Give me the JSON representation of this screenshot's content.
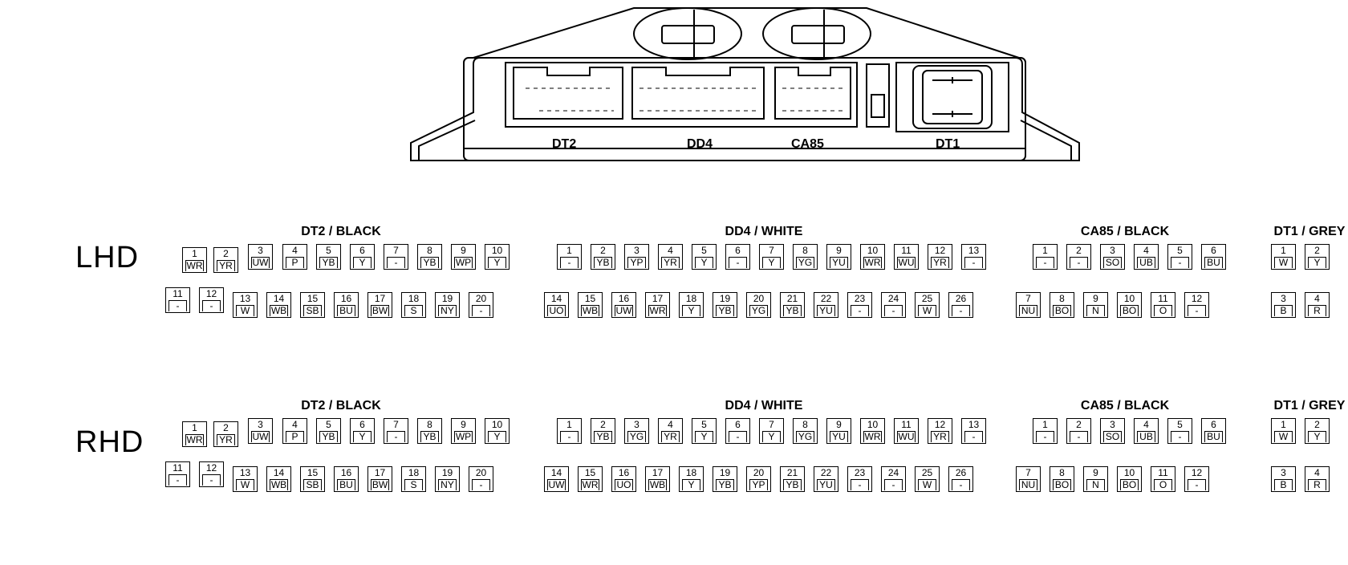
{
  "module": {
    "labels": [
      "DT2",
      "DD4",
      "CA85",
      "DT1"
    ]
  },
  "sections": [
    {
      "name": "LHD",
      "connectors": [
        {
          "title": "DT2 / BLACK",
          "pins": [
            {
              "n": "1",
              "w": "WR"
            },
            {
              "n": "2",
              "w": "YR"
            },
            {
              "n": "3",
              "w": "UW"
            },
            {
              "n": "4",
              "w": "P"
            },
            {
              "n": "5",
              "w": "YB"
            },
            {
              "n": "6",
              "w": "Y"
            },
            {
              "n": "7",
              "w": "-"
            },
            {
              "n": "8",
              "w": "YB"
            },
            {
              "n": "9",
              "w": "WP"
            },
            {
              "n": "10",
              "w": "Y"
            },
            {
              "n": "11",
              "w": "-"
            },
            {
              "n": "12",
              "w": "-"
            },
            {
              "n": "13",
              "w": "W"
            },
            {
              "n": "14",
              "w": "WB"
            },
            {
              "n": "15",
              "w": "SB"
            },
            {
              "n": "16",
              "w": "BU"
            },
            {
              "n": "17",
              "w": "BW"
            },
            {
              "n": "18",
              "w": "S"
            },
            {
              "n": "19",
              "w": "NY"
            },
            {
              "n": "20",
              "w": "-"
            }
          ]
        },
        {
          "title": "DD4 / WHITE",
          "pins": [
            {
              "n": "1",
              "w": "-"
            },
            {
              "n": "2",
              "w": "YB"
            },
            {
              "n": "3",
              "w": "YP"
            },
            {
              "n": "4",
              "w": "YR"
            },
            {
              "n": "5",
              "w": "Y"
            },
            {
              "n": "6",
              "w": "-"
            },
            {
              "n": "7",
              "w": "Y"
            },
            {
              "n": "8",
              "w": "YG"
            },
            {
              "n": "9",
              "w": "YU"
            },
            {
              "n": "10",
              "w": "WR"
            },
            {
              "n": "11",
              "w": "WU"
            },
            {
              "n": "12",
              "w": "YR"
            },
            {
              "n": "13",
              "w": "-"
            },
            {
              "n": "14",
              "w": "UO"
            },
            {
              "n": "15",
              "w": "WB"
            },
            {
              "n": "16",
              "w": "UW"
            },
            {
              "n": "17",
              "w": "WR"
            },
            {
              "n": "18",
              "w": "Y"
            },
            {
              "n": "19",
              "w": "YB"
            },
            {
              "n": "20",
              "w": "YG"
            },
            {
              "n": "21",
              "w": "YB"
            },
            {
              "n": "22",
              "w": "YU"
            },
            {
              "n": "23",
              "w": "-"
            },
            {
              "n": "24",
              "w": "-"
            },
            {
              "n": "25",
              "w": "W"
            },
            {
              "n": "26",
              "w": "-"
            }
          ]
        },
        {
          "title": "CA85 / BLACK",
          "pins": [
            {
              "n": "1",
              "w": "-"
            },
            {
              "n": "2",
              "w": "-"
            },
            {
              "n": "3",
              "w": "SO"
            },
            {
              "n": "4",
              "w": "UB"
            },
            {
              "n": "5",
              "w": "-"
            },
            {
              "n": "6",
              "w": "BU"
            },
            {
              "n": "7",
              "w": "NU"
            },
            {
              "n": "8",
              "w": "BO"
            },
            {
              "n": "9",
              "w": "N"
            },
            {
              "n": "10",
              "w": "BO"
            },
            {
              "n": "11",
              "w": "O"
            },
            {
              "n": "12",
              "w": "-"
            }
          ]
        },
        {
          "title": "DT1 / GREY",
          "pins": [
            {
              "n": "1",
              "w": "W"
            },
            {
              "n": "2",
              "w": "Y"
            },
            {
              "n": "3",
              "w": "B"
            },
            {
              "n": "4",
              "w": "R"
            }
          ]
        }
      ]
    },
    {
      "name": "RHD",
      "connectors": [
        {
          "title": "DT2 / BLACK",
          "pins": [
            {
              "n": "1",
              "w": "WR"
            },
            {
              "n": "2",
              "w": "YR"
            },
            {
              "n": "3",
              "w": "UW"
            },
            {
              "n": "4",
              "w": "P"
            },
            {
              "n": "5",
              "w": "YB"
            },
            {
              "n": "6",
              "w": "Y"
            },
            {
              "n": "7",
              "w": "-"
            },
            {
              "n": "8",
              "w": "YB"
            },
            {
              "n": "9",
              "w": "WP"
            },
            {
              "n": "10",
              "w": "Y"
            },
            {
              "n": "11",
              "w": "-"
            },
            {
              "n": "12",
              "w": "-"
            },
            {
              "n": "13",
              "w": "W"
            },
            {
              "n": "14",
              "w": "WB"
            },
            {
              "n": "15",
              "w": "SB"
            },
            {
              "n": "16",
              "w": "BU"
            },
            {
              "n": "17",
              "w": "BW"
            },
            {
              "n": "18",
              "w": "S"
            },
            {
              "n": "19",
              "w": "NY"
            },
            {
              "n": "20",
              "w": "-"
            }
          ]
        },
        {
          "title": "DD4 / WHITE",
          "pins": [
            {
              "n": "1",
              "w": "-"
            },
            {
              "n": "2",
              "w": "YB"
            },
            {
              "n": "3",
              "w": "YG"
            },
            {
              "n": "4",
              "w": "YR"
            },
            {
              "n": "5",
              "w": "Y"
            },
            {
              "n": "6",
              "w": "-"
            },
            {
              "n": "7",
              "w": "Y"
            },
            {
              "n": "8",
              "w": "YG"
            },
            {
              "n": "9",
              "w": "YU"
            },
            {
              "n": "10",
              "w": "WR"
            },
            {
              "n": "11",
              "w": "WU"
            },
            {
              "n": "12",
              "w": "YR"
            },
            {
              "n": "13",
              "w": "-"
            },
            {
              "n": "14",
              "w": "UW"
            },
            {
              "n": "15",
              "w": "WR"
            },
            {
              "n": "16",
              "w": "UO"
            },
            {
              "n": "17",
              "w": "WB"
            },
            {
              "n": "18",
              "w": "Y"
            },
            {
              "n": "19",
              "w": "YB"
            },
            {
              "n": "20",
              "w": "YP"
            },
            {
              "n": "21",
              "w": "YB"
            },
            {
              "n": "22",
              "w": "YU"
            },
            {
              "n": "23",
              "w": "-"
            },
            {
              "n": "24",
              "w": "-"
            },
            {
              "n": "25",
              "w": "W"
            },
            {
              "n": "26",
              "w": "-"
            }
          ]
        },
        {
          "title": "CA85 / BLACK",
          "pins": [
            {
              "n": "1",
              "w": "-"
            },
            {
              "n": "2",
              "w": "-"
            },
            {
              "n": "3",
              "w": "SO"
            },
            {
              "n": "4",
              "w": "UB"
            },
            {
              "n": "5",
              "w": "-"
            },
            {
              "n": "6",
              "w": "BU"
            },
            {
              "n": "7",
              "w": "NU"
            },
            {
              "n": "8",
              "w": "BO"
            },
            {
              "n": "9",
              "w": "N"
            },
            {
              "n": "10",
              "w": "BO"
            },
            {
              "n": "11",
              "w": "O"
            },
            {
              "n": "12",
              "w": "-"
            }
          ]
        },
        {
          "title": "DT1 / GREY",
          "pins": [
            {
              "n": "1",
              "w": "W"
            },
            {
              "n": "2",
              "w": "Y"
            },
            {
              "n": "3",
              "w": "B"
            },
            {
              "n": "4",
              "w": "R"
            }
          ]
        }
      ]
    }
  ]
}
